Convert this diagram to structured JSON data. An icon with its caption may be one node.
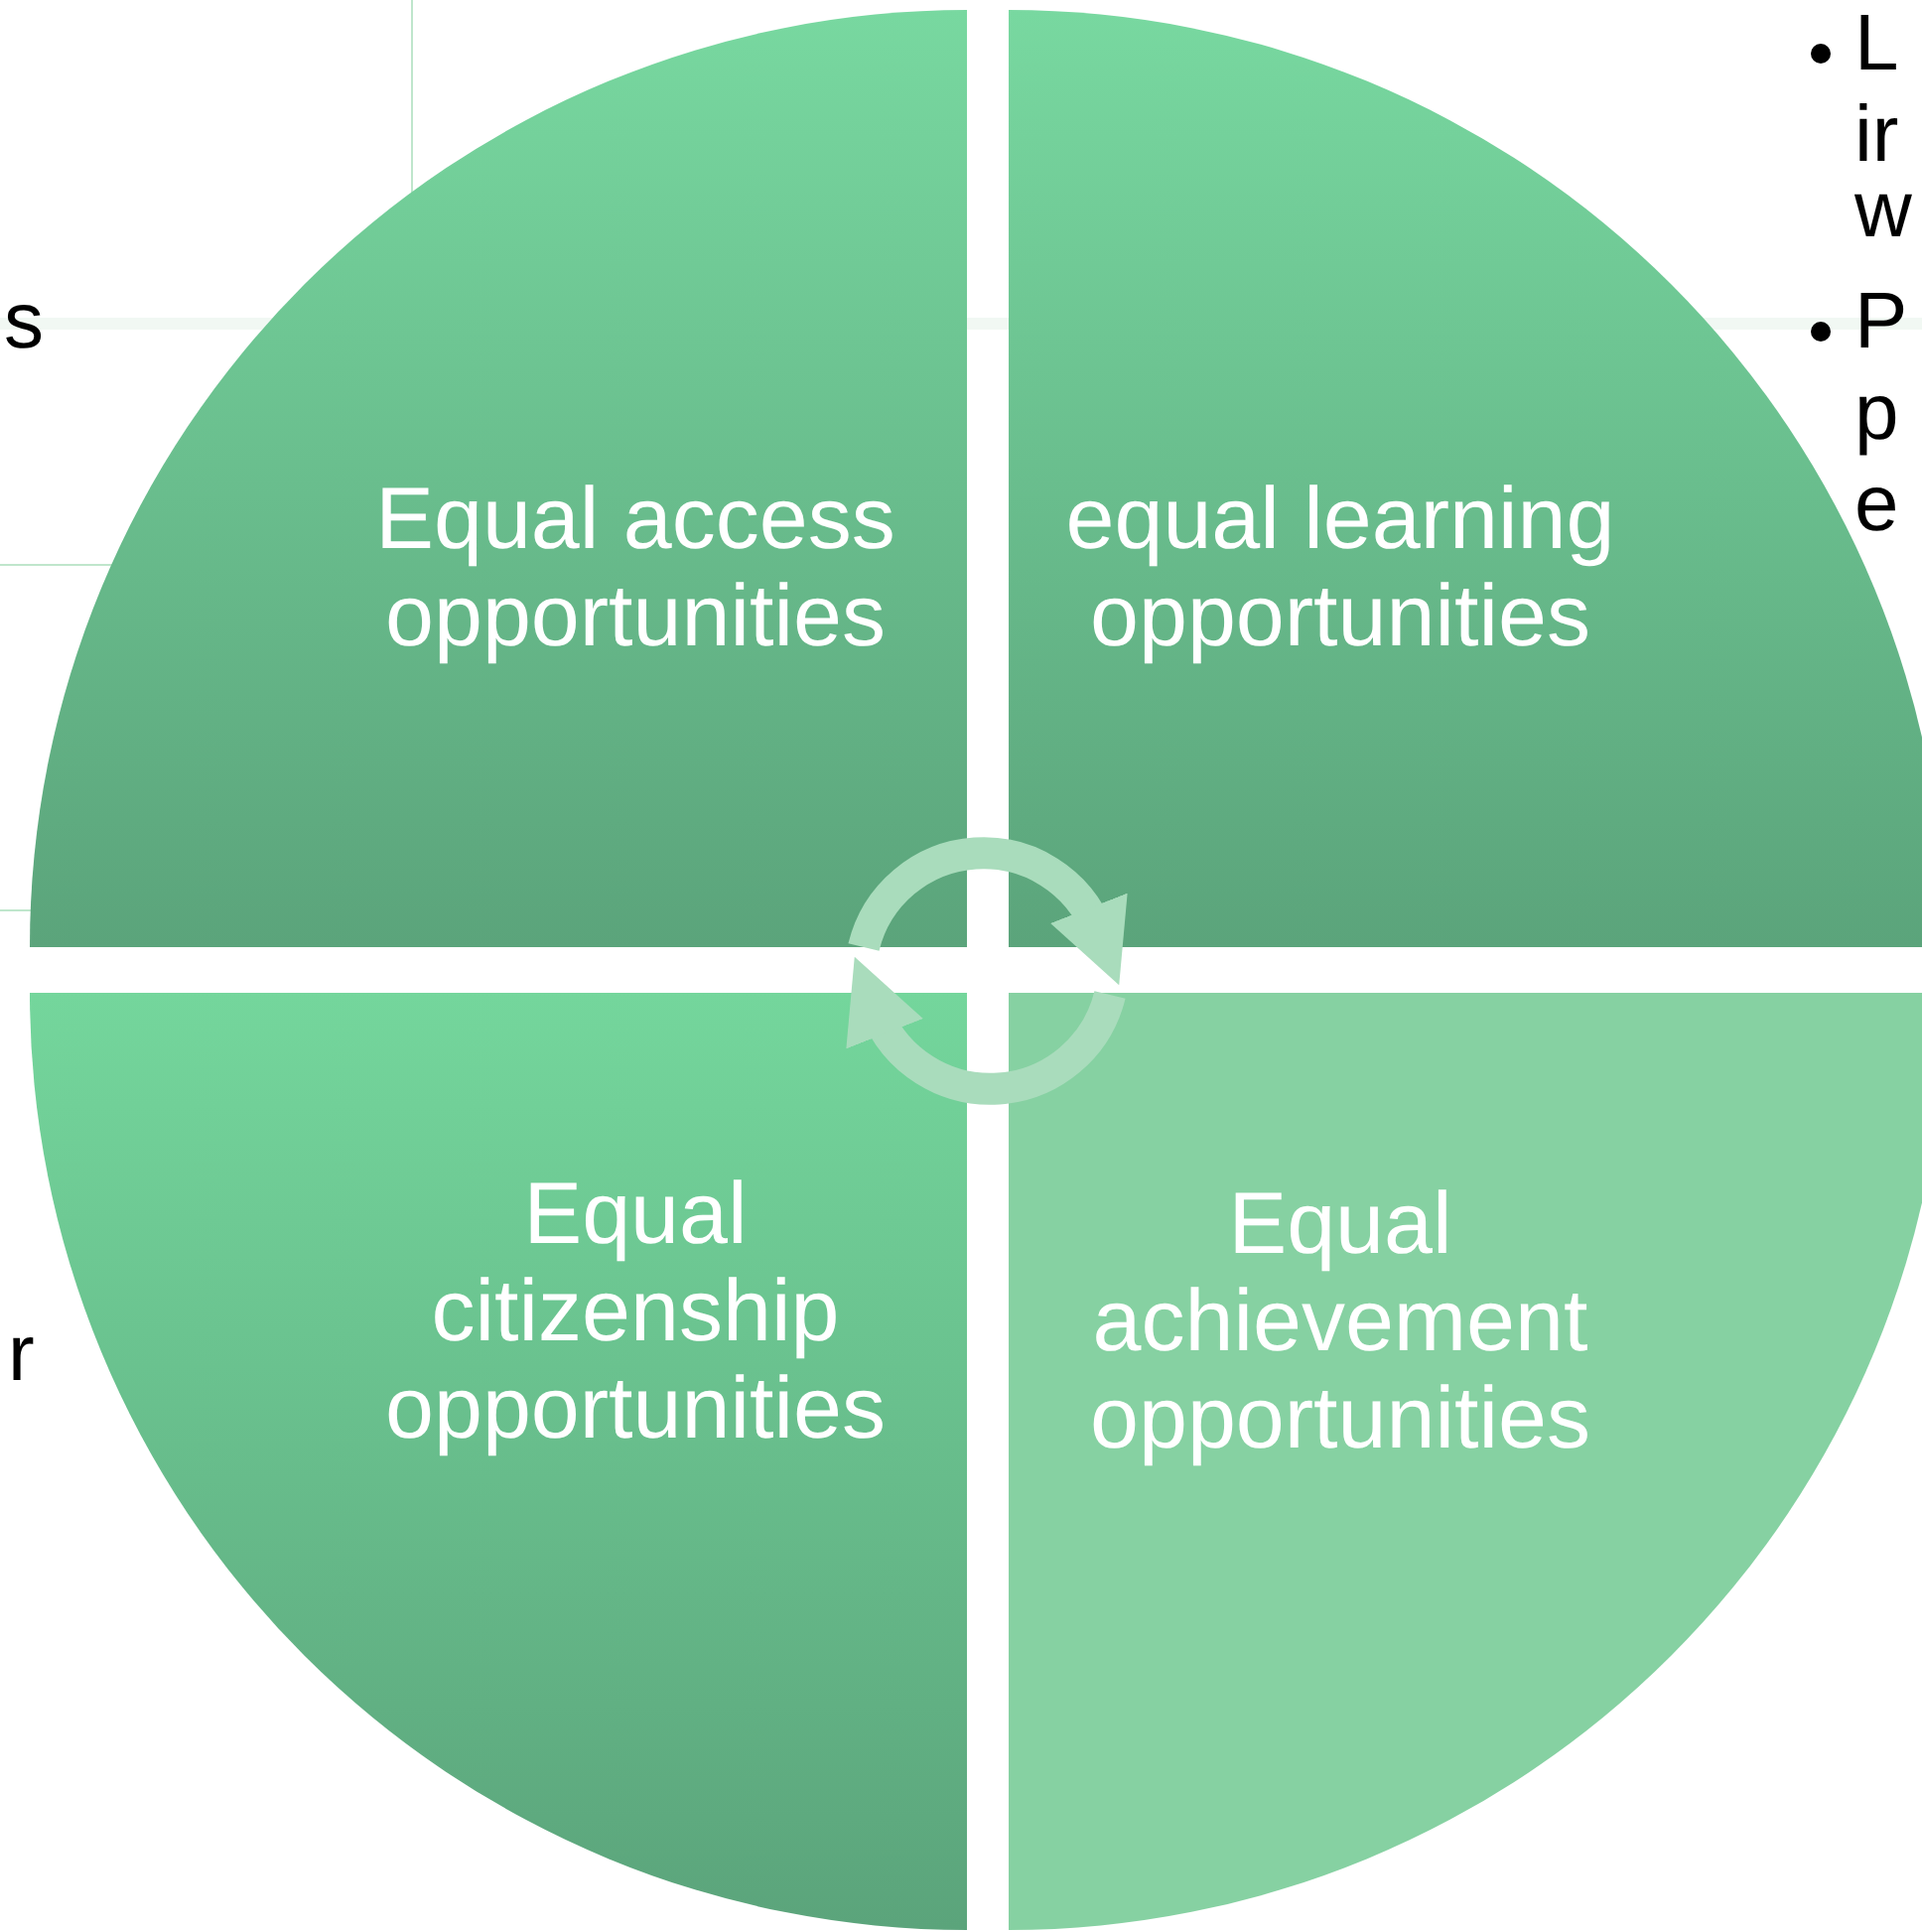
{
  "diagram": {
    "nodes": [
      {
        "text": [
          "Equal access opportunities"
        ]
      },
      {
        "text": [
          "equal learning opportunities"
        ]
      },
      {
        "text": [
          "Equal citizenship opportunities"
        ]
      },
      {
        "text": [
          "Equal achievement opportunities"
        ]
      }
    ],
    "edges": [
      {
        "from": 0,
        "to": 1,
        "arrow": "to"
      },
      {
        "from": 3,
        "to": 2,
        "arrow": "to"
      }
    ],
    "labels": [
      "L",
      "ir",
      "w",
      "P",
      "p",
      "e",
      "s",
      "r"
    ]
  }
}
